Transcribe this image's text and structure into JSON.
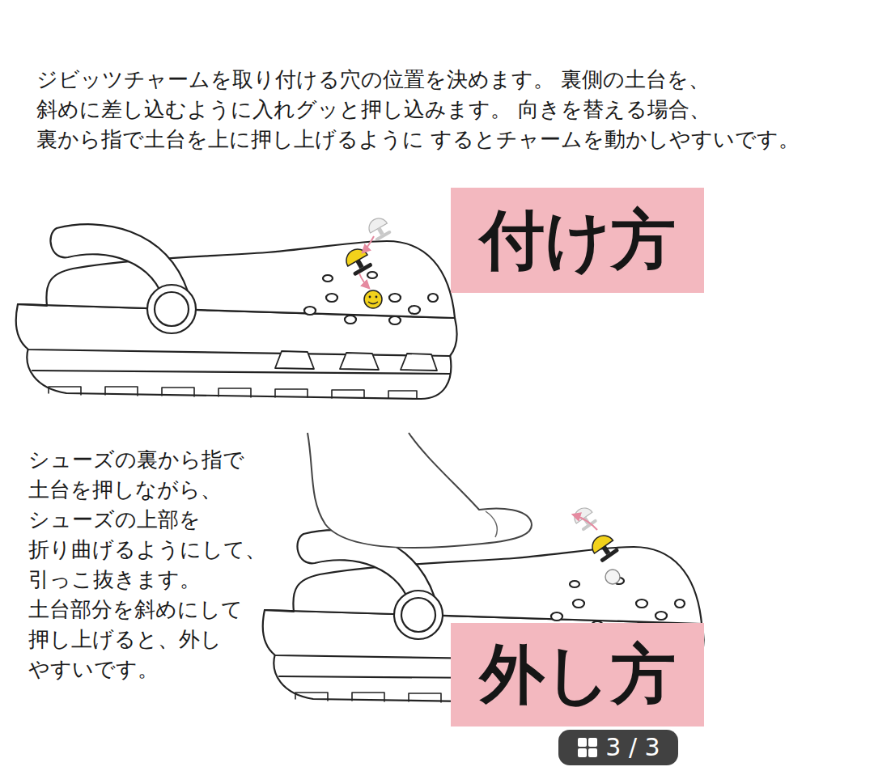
{
  "diagram": {
    "nodes": [
      {
        "text": [
          "付け方"
        ]
      },
      {
        "text": [
          "外し方"
        ]
      },
      {
        "text": [
          "3 / 3"
        ]
      }
    ],
    "labels": [
      "ジビッツチャームを取り付ける穴の位置を決めます。 裏側の土台を、斜めに差し込むように入れグッと押し込みます。 向きを替える場合、裏から指で土台を上に押し上げるように するとチャームを動かしやすいです。",
      "シューズの裏から指で 土台を押しながら、 シューズの上部を 折り曲げるようにして、 引っこ抜きます。 土台部分を斜めにして 押し上げると、外し やすいです。"
    ]
  }
}
